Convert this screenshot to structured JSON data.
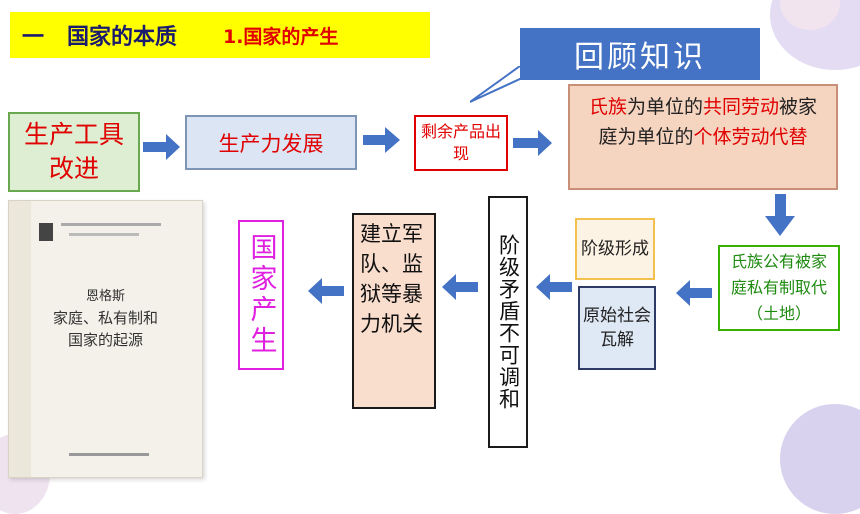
{
  "title": {
    "main": "一   国家的本质",
    "sub": "1.国家的产生"
  },
  "review_label": "回顾知识",
  "flow": {
    "tools": "生产工具改进",
    "productivity": "生产力发展",
    "surplus": "剩余产品出现",
    "family_labor": {
      "part1": "氏族",
      "part2": "为单位的",
      "part3": "共同劳动",
      "part4": "被家庭为单位的",
      "part5": "个体劳",
      "part6": "动代替"
    },
    "private_ownership": "氏族公有被家庭私有制取代（土地）",
    "class_formed": "阶级形成",
    "primitive_collapse": "原始社会瓦解",
    "contradiction": "阶级矛盾不可调和",
    "army_prison": "建立军队、监狱等暴力机关",
    "state_born": "国家产生"
  },
  "book": {
    "author": "恩格斯",
    "title_line1": "家庭、私有制和",
    "title_line2": "国家的起源"
  },
  "colors": {
    "accent_red": "#e00000",
    "arrow_blue": "#4472c4",
    "title_bg": "#ffff00"
  }
}
